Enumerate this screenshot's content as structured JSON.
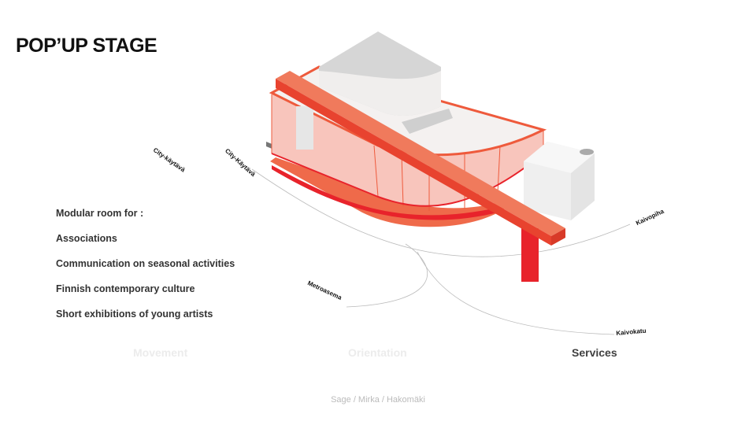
{
  "title": "POP’UP STAGE",
  "list": [
    "Modular room for :",
    "Associations",
    "Communication  on seasonal activities",
    "Finnish contemporary  culture",
    "Short exhibitions of young artists"
  ],
  "tabs": [
    {
      "label": "Movement",
      "active": false
    },
    {
      "label": "Orientation",
      "active": false
    },
    {
      "label": "Services",
      "active": true
    }
  ],
  "map_labels": {
    "city_kaytava_1": "City-käytävä",
    "city_kaytava_2": "City-Käytävä",
    "kaivopiha": "Kaivopiha",
    "metroasema": "Metroasema",
    "kaivokatu": "Kaivokatu"
  },
  "credit": "Sage / Mirka / Hakomäki",
  "colors": {
    "accent": "#ee5a3c",
    "red": "#e8232b"
  }
}
